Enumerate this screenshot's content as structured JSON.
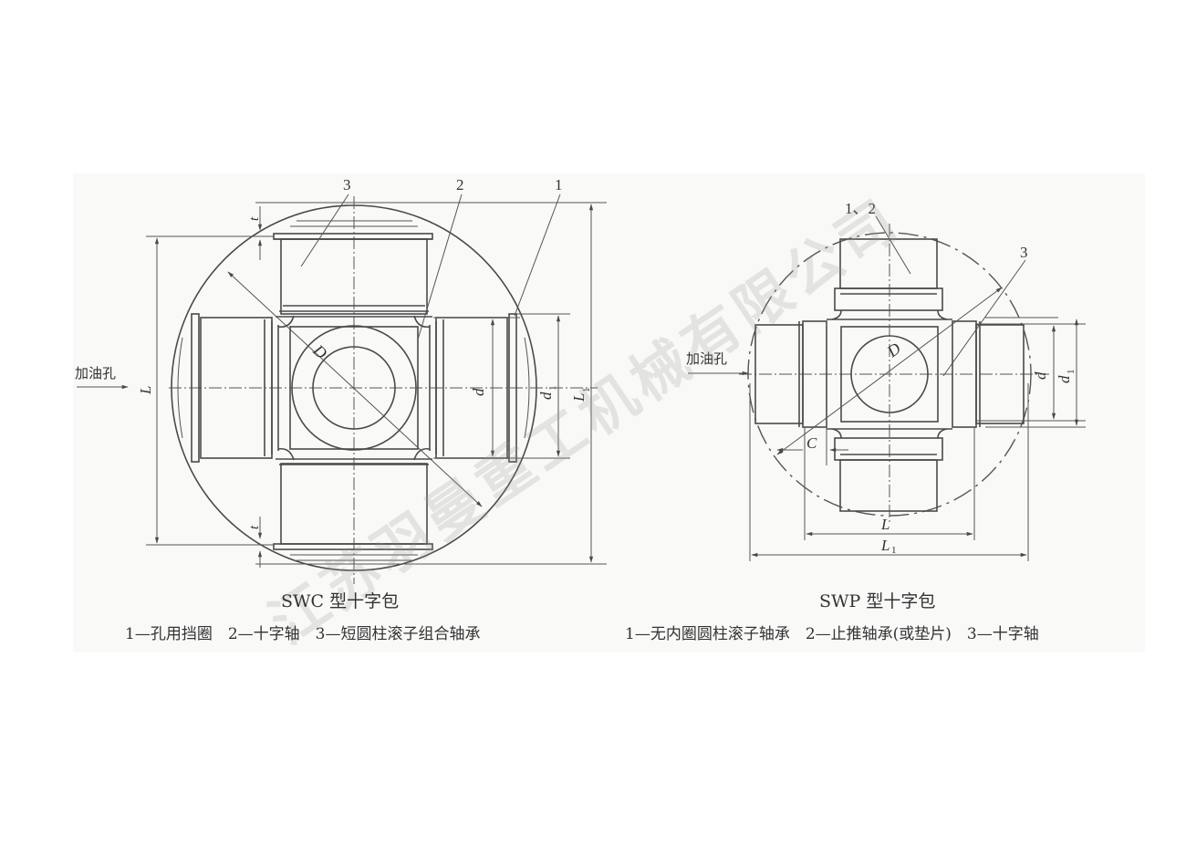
{
  "figures": [
    {
      "id": "swc",
      "title": "SWC 型十字包",
      "legend": [
        {
          "num": "1",
          "label": "孔用挡圈"
        },
        {
          "num": "2",
          "label": "十字轴"
        },
        {
          "num": "3",
          "label": "短圆柱滚子组合轴承"
        }
      ],
      "legend_text": "1—孔用挡圈　2—十字轴　3—短圆柱滚子组合轴承",
      "callouts": [
        "3",
        "2",
        "1"
      ],
      "oil_hole_label": "加油孔",
      "dimensions": {
        "t_top": "t",
        "t_bottom": "t",
        "L": "L",
        "L1": "L",
        "L1_sub": "1",
        "d": "d",
        "d1": "d",
        "d1_sub": "1",
        "D": "D"
      }
    },
    {
      "id": "swp",
      "title": "SWP 型十字包",
      "legend": [
        {
          "num": "1",
          "label": "无内圈圆柱滚子轴承"
        },
        {
          "num": "2",
          "label": "止推轴承(或垫片)"
        },
        {
          "num": "3",
          "label": "十字轴"
        }
      ],
      "legend_text": "1—无内圈圆柱滚子轴承　2—止推轴承(或垫片)　3—十字轴",
      "callouts": [
        "1、2",
        "3"
      ],
      "oil_hole_label": "加油孔",
      "dimensions": {
        "D": "D",
        "d": "d",
        "d1": "d",
        "d1_sub": "1",
        "C": "C",
        "L": "L",
        "L1": "L",
        "L1_sub": "1"
      }
    }
  ],
  "watermark": "江苏羽曼重工机械有限公司",
  "colors": {
    "line": "#4a4a4a",
    "paper": "#f9f9f8",
    "watermark": "#969696"
  }
}
